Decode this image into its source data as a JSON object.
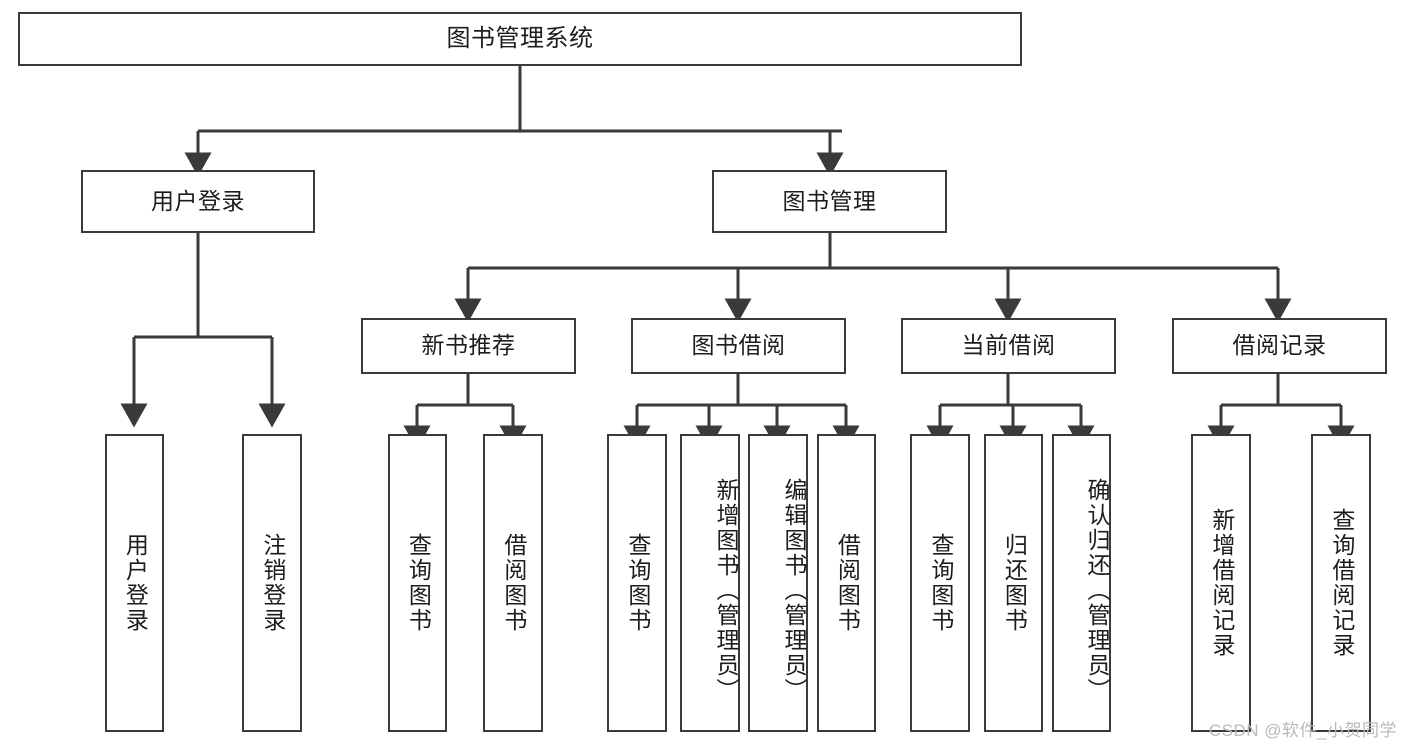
{
  "diagram": {
    "type": "tree-hierarchy",
    "title": "图书管理系统",
    "orientation": "top-down",
    "stroke_color": "#3a3a3a",
    "fill_color": "#ffffff",
    "text_color": "#1d1d1d",
    "levels": 4,
    "root": {
      "label": "图书管理系统",
      "children": [
        {
          "label": "用户登录",
          "children": [
            {
              "label": "用户登录"
            },
            {
              "label": "注销登录"
            }
          ]
        },
        {
          "label": "图书管理",
          "children": [
            {
              "label": "新书推荐",
              "children": [
                {
                  "label": "查询图书"
                },
                {
                  "label": "借阅图书"
                }
              ]
            },
            {
              "label": "图书借阅",
              "children": [
                {
                  "label": "查询图书"
                },
                {
                  "label": "新增图书（管理员）"
                },
                {
                  "label": "编辑图书（管理员）"
                },
                {
                  "label": "借阅图书"
                }
              ]
            },
            {
              "label": "当前借阅",
              "children": [
                {
                  "label": "查询图书"
                },
                {
                  "label": "归还图书"
                },
                {
                  "label": "确认归还（管理员）"
                }
              ]
            },
            {
              "label": "借阅记录",
              "children": [
                {
                  "label": "新增借阅记录"
                },
                {
                  "label": "查询借阅记录"
                }
              ]
            }
          ]
        }
      ]
    }
  },
  "watermark": {
    "text": "CSDN @软件_小贺同学"
  }
}
